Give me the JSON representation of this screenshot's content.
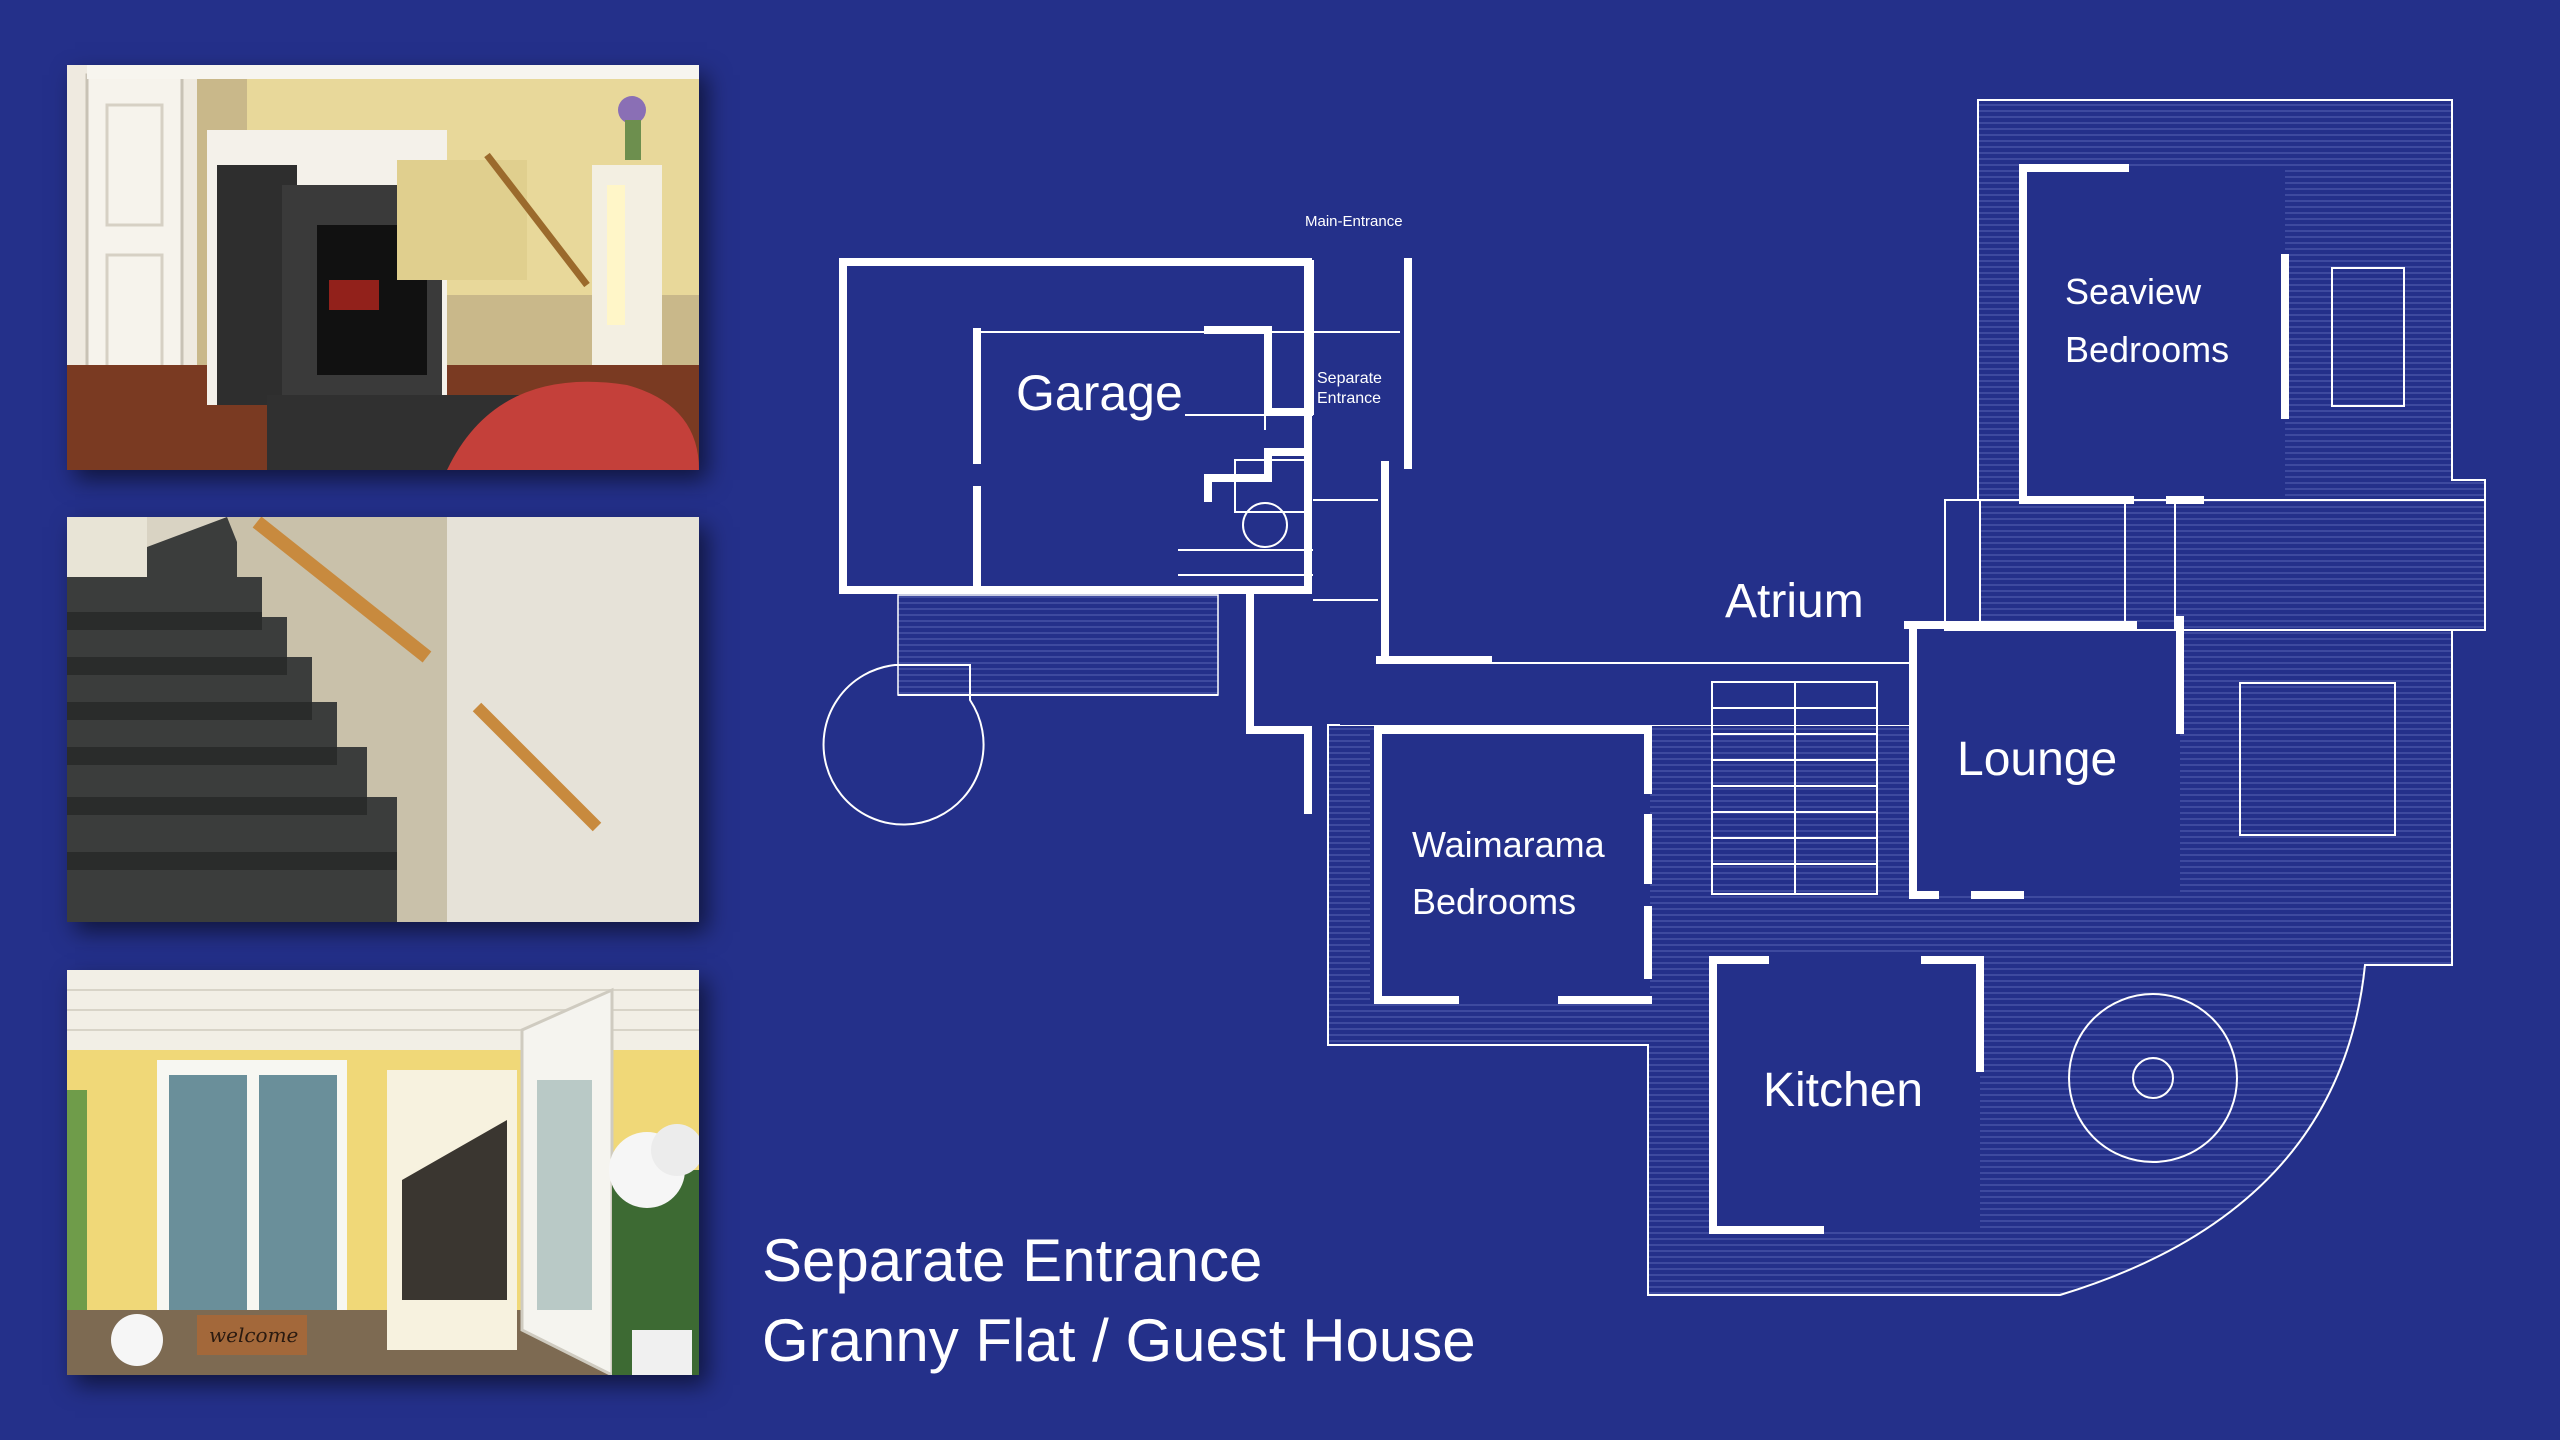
{
  "photos": [
    {
      "name": "fireplace-photo"
    },
    {
      "name": "staircase-photo"
    },
    {
      "name": "entrance-photo",
      "mat_text": "welcome"
    }
  ],
  "plan": {
    "main_entrance": "Main-Entrance",
    "garage": "Garage",
    "separate_entrance_line1": "Separate",
    "separate_entrance_line2": "Entrance",
    "atrium": "Atrium",
    "seaview_line1": "Seaview",
    "seaview_line2": "Bedrooms",
    "lounge": "Lounge",
    "waimarama_line1": "Waimarama",
    "waimarama_line2": "Bedrooms",
    "kitchen": "Kitchen"
  },
  "caption": {
    "line1": "Separate Entrance",
    "line2": "Granny Flat / Guest House"
  },
  "colors": {
    "background": "#24308a",
    "lines": "#ffffff"
  }
}
